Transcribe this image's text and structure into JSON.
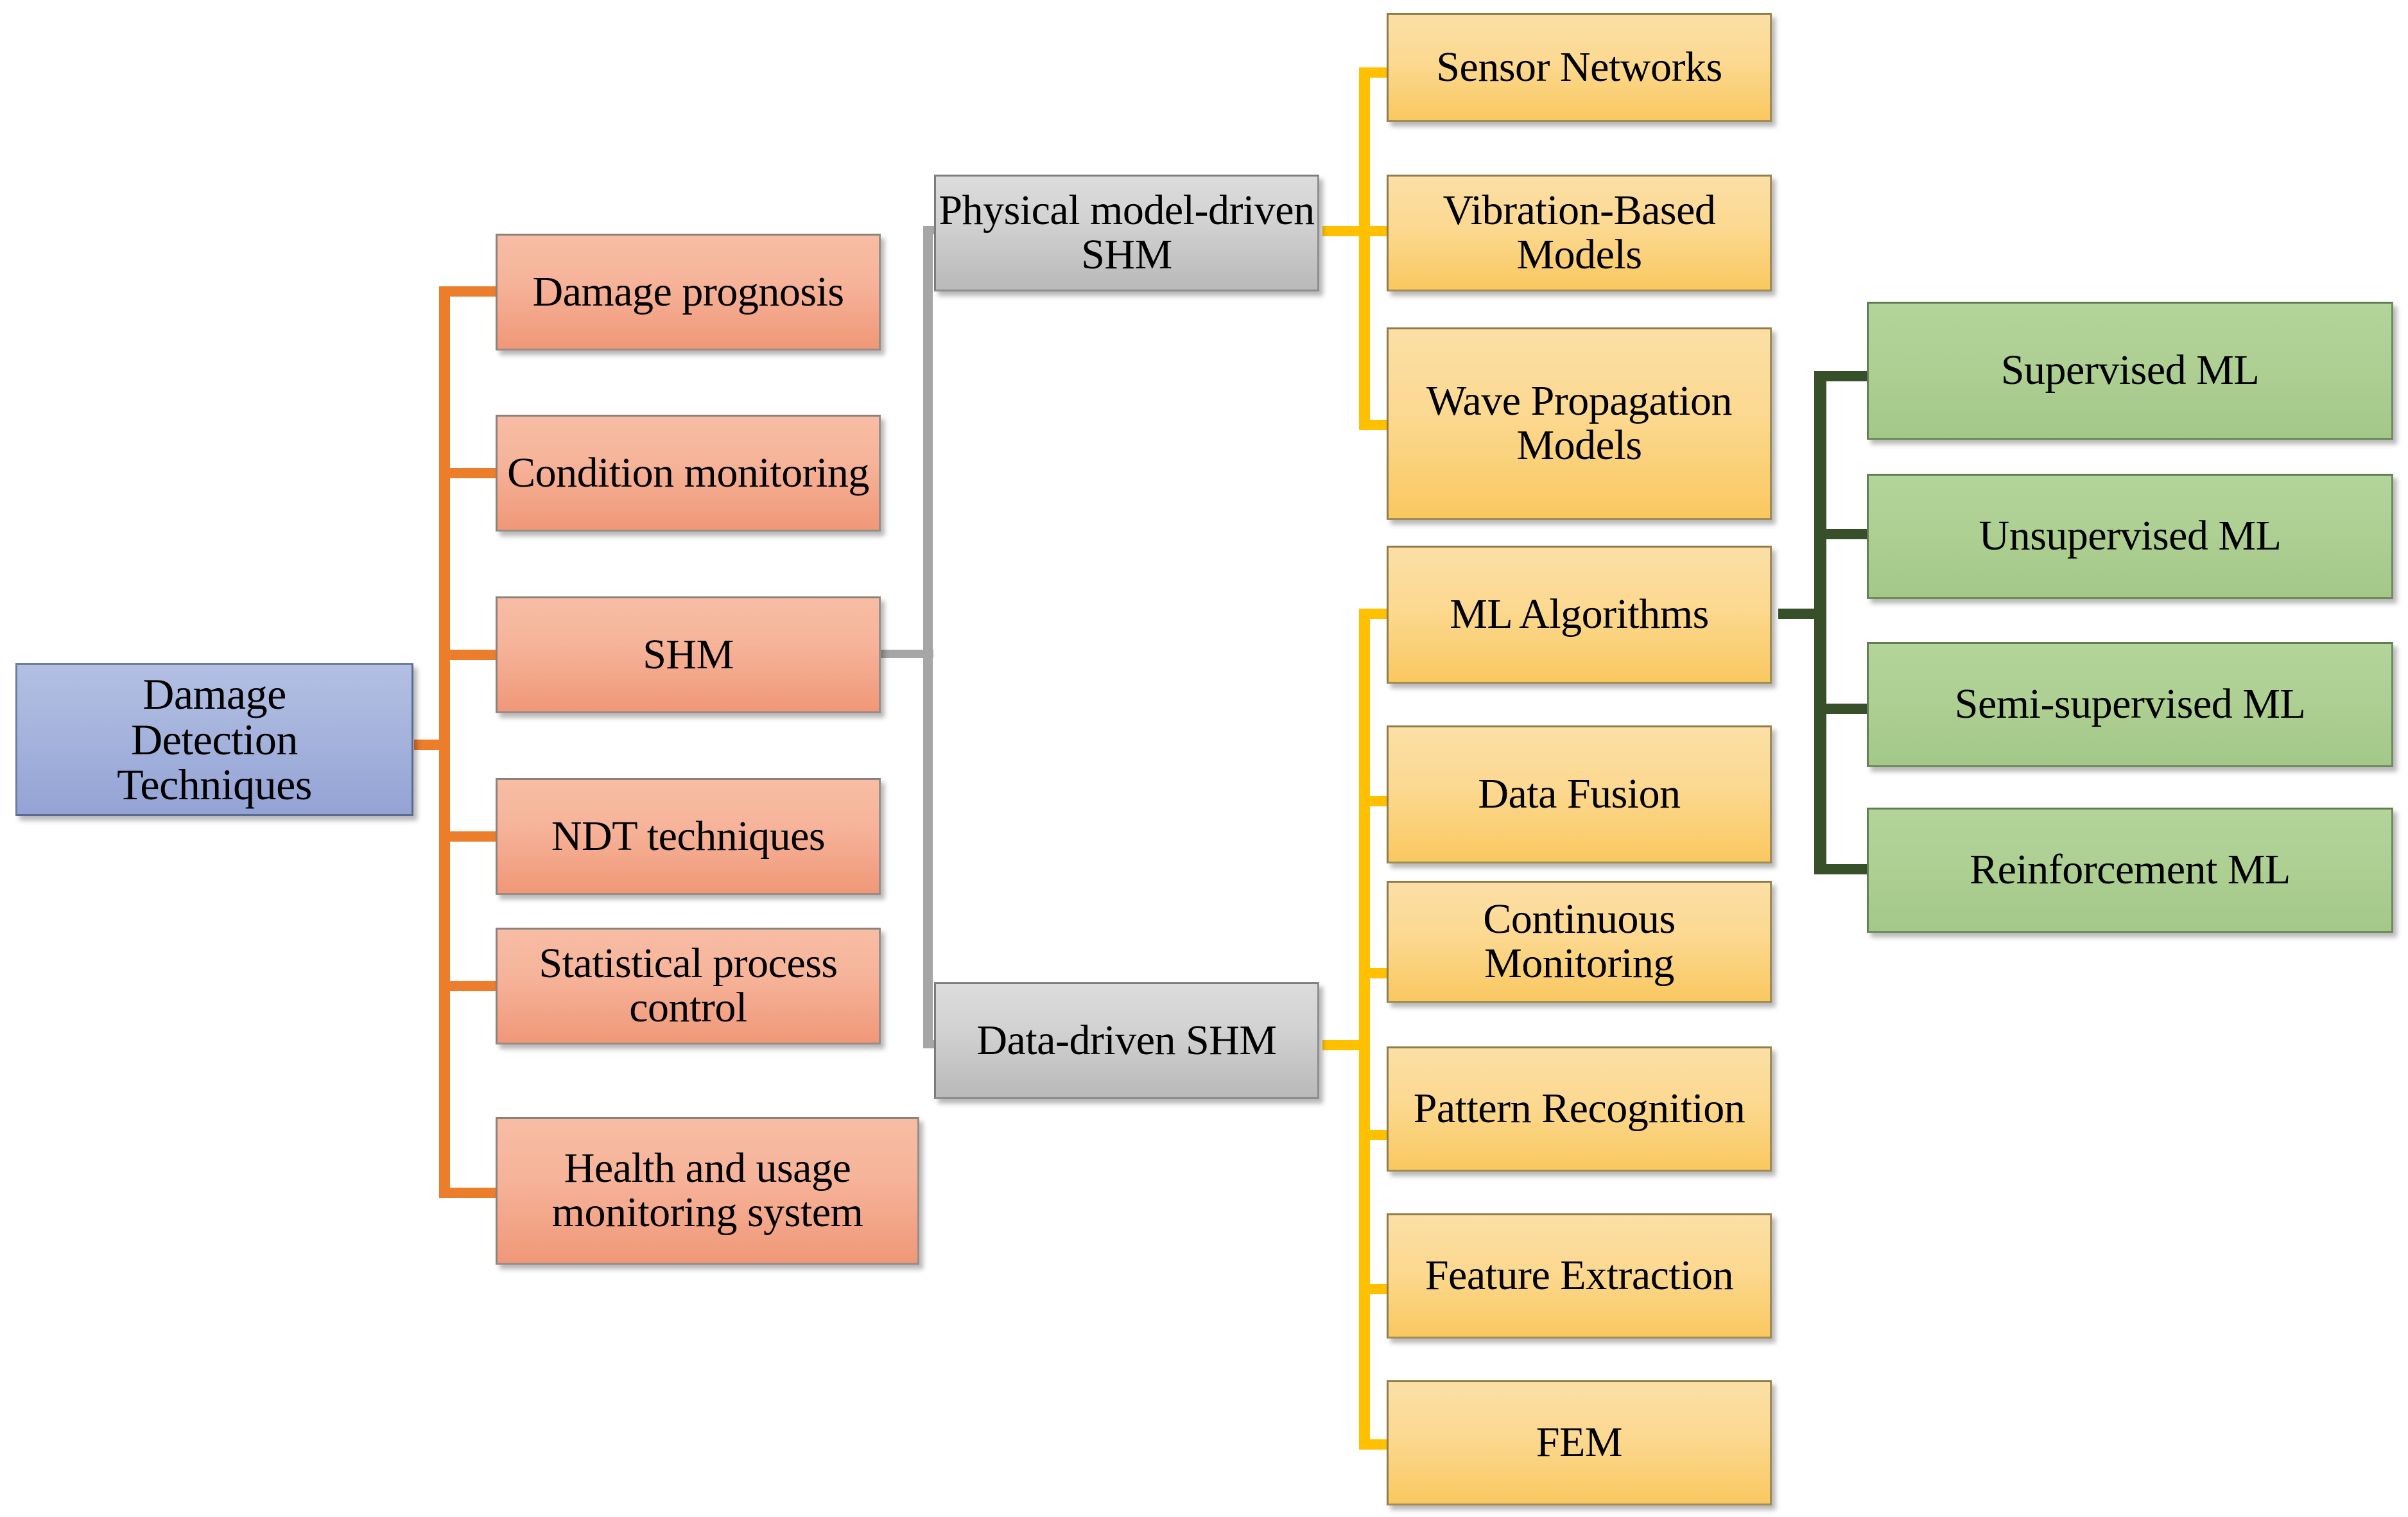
{
  "diagram": {
    "title_text": "Damage Detection Techniques taxonomy",
    "root": {
      "label": "Damage\nDetection\nTechniques",
      "color": "#a6b4dd"
    },
    "level1_color": "#f2a486",
    "level2_color": "#d2d2d2",
    "level3_color": "#fbd68f",
    "level4_color": "#aed093",
    "connector_colors": {
      "root_to_level1": "#ec7d2a",
      "shm_to_level2": "#a6a6a6",
      "level2_to_level3": "#ffc000",
      "ml_to_level4": "#37502a"
    },
    "level1": [
      {
        "label": "Damage prognosis"
      },
      {
        "label": "Condition monitoring"
      },
      {
        "label": "SHM"
      },
      {
        "label": "NDT techniques"
      },
      {
        "label": "Statistical process control"
      },
      {
        "label": "Health and usage monitoring system"
      }
    ],
    "level2": [
      {
        "label": "Physical model-driven SHM"
      },
      {
        "label": "Data-driven SHM"
      }
    ],
    "physical_children": [
      {
        "label": "Sensor Networks"
      },
      {
        "label": "Vibration-Based Models"
      },
      {
        "label": "Wave Propagation Models"
      }
    ],
    "datadriven_children": [
      {
        "label": "ML Algorithms"
      },
      {
        "label": "Data Fusion"
      },
      {
        "label": "Continuous Monitoring"
      },
      {
        "label": "Pattern Recognition"
      },
      {
        "label": "Feature Extraction"
      },
      {
        "label": "FEM"
      }
    ],
    "ml_children": [
      {
        "label": "Supervised ML"
      },
      {
        "label": "Unsupervised ML"
      },
      {
        "label": "Semi-supervised ML"
      },
      {
        "label": "Reinforcement ML"
      }
    ]
  }
}
